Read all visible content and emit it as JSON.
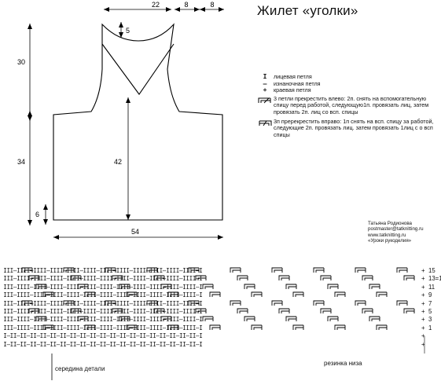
{
  "title": "Жилет «уголки»",
  "schematic": {
    "dimensions": {
      "neck_width": "22",
      "shoulder_left": "8",
      "shoulder_right": "8",
      "neck_depth": "5",
      "armhole_height": "30",
      "front_length": "42",
      "side_height": "34",
      "ribbing_height": "6",
      "bottom_width": "54"
    }
  },
  "legend": {
    "items": [
      {
        "symbol": "I",
        "text": "лицевая петля"
      },
      {
        "symbol": "—",
        "text": "изнаночная петля"
      },
      {
        "symbol": "+",
        "text": "краевая петля"
      },
      {
        "symbol": "cross-left-icon",
        "text": "3 петли прекрестить влево: 2п. снять на вспомогательную спицу перед работой, следующую1п. провязать лиц, затем провязать 2п. лиц со всп. спицы"
      },
      {
        "symbol": "cross-right-icon",
        "text": "3п пререкрестить вправо: 1п снять на всп. спицу за работой, следующие 2п. провязать лиц. затем провязать 1лиц с о всп спицы"
      }
    ]
  },
  "credits": {
    "lines": [
      "Татьяна Родионова",
      "postmaster@tatknitting.ru",
      "www.tatknitting.ru",
      "«Уроки рукоделия»"
    ]
  },
  "chart": {
    "row_labels": [
      "15",
      "13=1",
      "11",
      "9",
      "7",
      "5",
      "3",
      "1",
      "",
      ""
    ],
    "center_label": "середина детали",
    "rib_label": "резинка низа"
  }
}
